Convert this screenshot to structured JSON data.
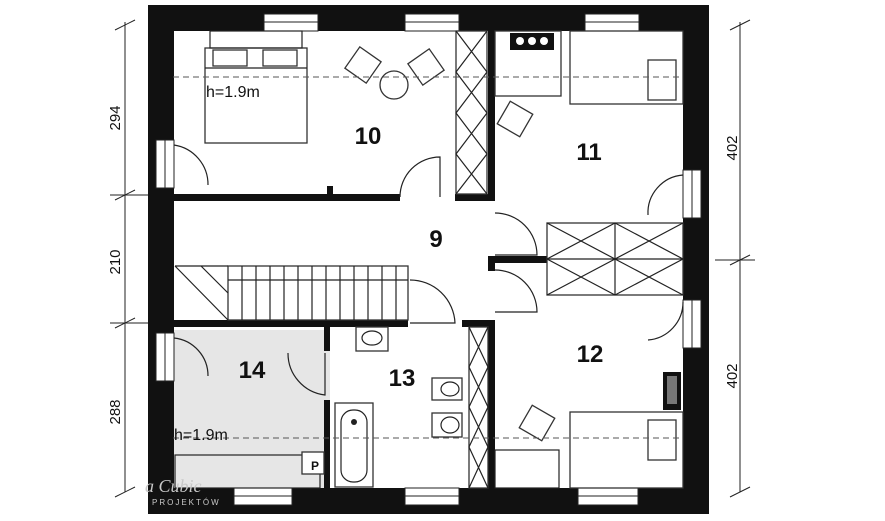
{
  "rooms": [
    {
      "id": "r10",
      "label": "10"
    },
    {
      "id": "r11",
      "label": "11"
    },
    {
      "id": "r9",
      "label": "9"
    },
    {
      "id": "r12",
      "label": "12"
    },
    {
      "id": "r14",
      "label": "14"
    },
    {
      "id": "r13",
      "label": "13"
    }
  ],
  "dimensions_left": [
    "294",
    "210",
    "288"
  ],
  "dimensions_right": [
    "402",
    "402"
  ],
  "height_notes": [
    "h=1.9m",
    "h=1.9m"
  ],
  "tags": {
    "boiler": "P"
  },
  "watermark": {
    "line1": "a Cubic",
    "line2": "PROJEKTÓW"
  },
  "colors": {
    "wall": "#111111",
    "shaded_room": "#e6e6e6"
  }
}
